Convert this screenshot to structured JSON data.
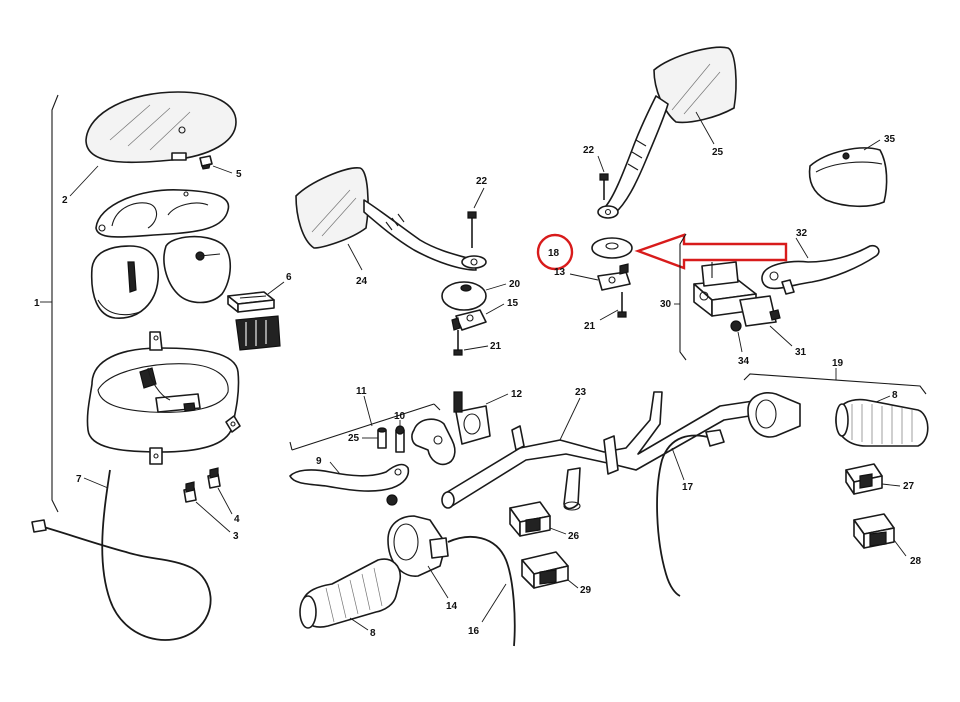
{
  "labels": {
    "l1": "1",
    "l2": "2",
    "l3": "3",
    "l4": "4",
    "l5": "5",
    "l6": "6",
    "l7": "7",
    "l8a": "8",
    "l8b": "8",
    "l9": "9",
    "l10": "10",
    "l11": "11",
    "l12": "12",
    "l13": "13",
    "l14": "14",
    "l15": "15",
    "l16": "16",
    "l17": "17",
    "l18": "18",
    "l19": "19",
    "l20": "20",
    "l21a": "21",
    "l21b": "21",
    "l22a": "22",
    "l22b": "22",
    "l23": "23",
    "l24": "24",
    "l25a": "25",
    "l25b": "25",
    "l26": "26",
    "l27": "27",
    "l28": "28",
    "l29": "29",
    "l30": "30",
    "l31": "31",
    "l32": "32",
    "l34": "34",
    "l35": "35"
  },
  "colors": {
    "highlight": "#d81b1b",
    "ink": "#1a1a1a"
  }
}
